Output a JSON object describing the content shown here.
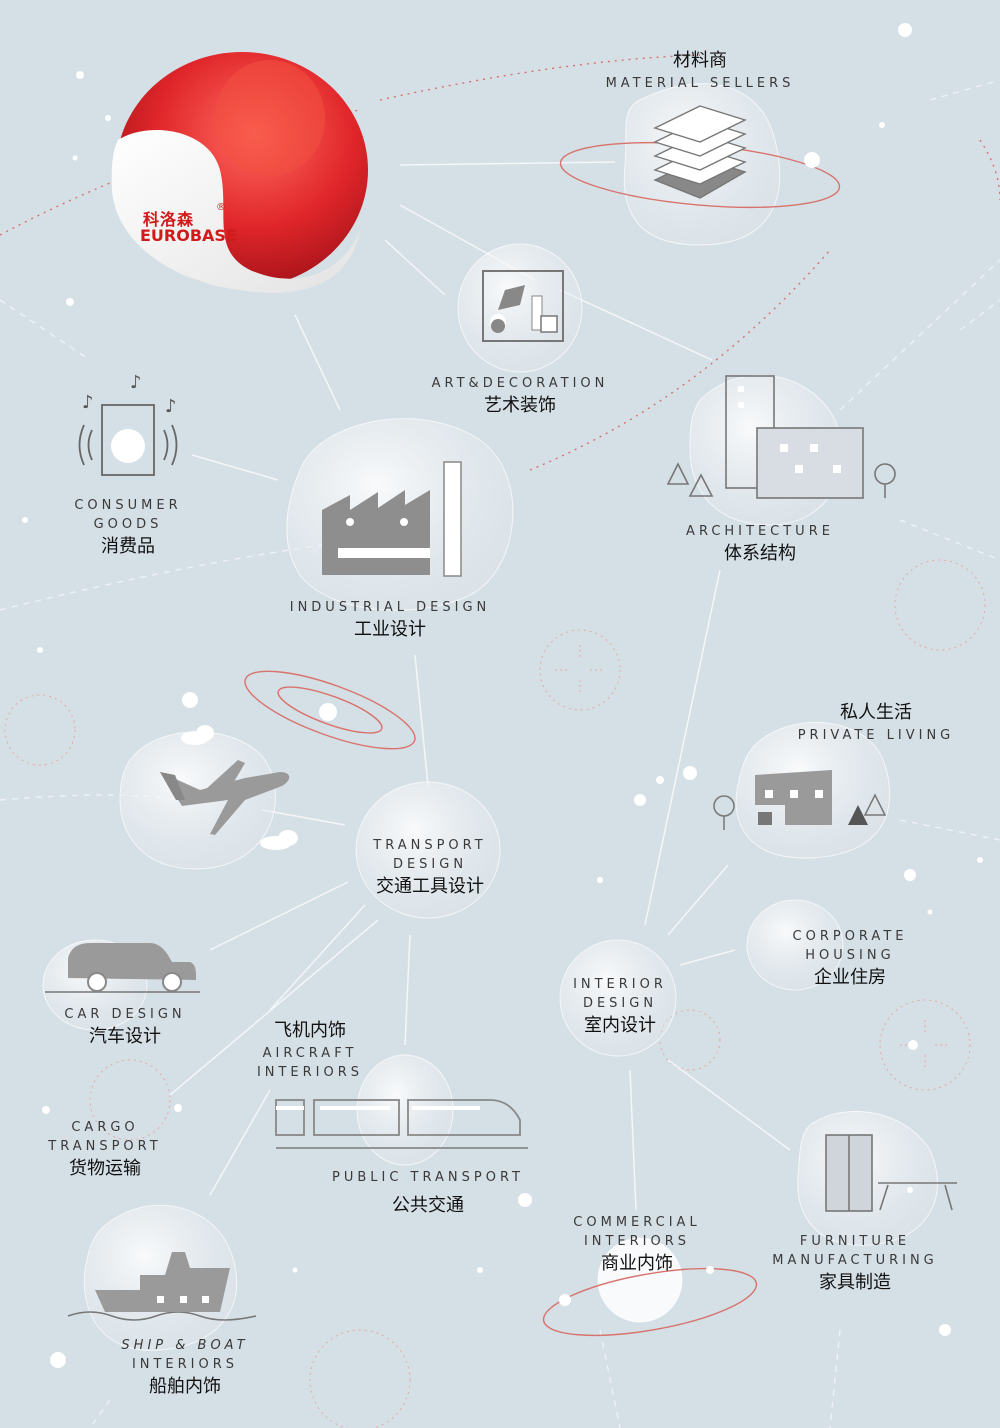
{
  "logo": {
    "brand_cn": "科洛森",
    "brand_en": "EUROBASE",
    "registered": "®",
    "brand_color": "#d11a1a"
  },
  "accent_color": "#d8736b",
  "nodes": [
    {
      "id": "material-sellers",
      "en": [
        "MATERIAL SELLERS"
      ],
      "zh": "材料商",
      "icon": "layers-icon"
    },
    {
      "id": "art-decoration",
      "en": [
        "ART&DECORATION"
      ],
      "zh": "艺术装饰",
      "icon": "art-shapes-icon"
    },
    {
      "id": "consumer-goods",
      "en": [
        "CONSUMER",
        "GOODS"
      ],
      "zh": "消费品",
      "icon": "speaker-icon"
    },
    {
      "id": "industrial-design",
      "en": [
        "INDUSTRIAL DESIGN"
      ],
      "zh": "工业设计",
      "icon": "factory-icon"
    },
    {
      "id": "architecture",
      "en": [
        "ARCHITECTURE"
      ],
      "zh": "体系结构",
      "icon": "buildings-icon"
    },
    {
      "id": "transport-design",
      "en": [
        "TRANSPORT",
        "DESIGN"
      ],
      "zh": "交通工具设计",
      "icon": ""
    },
    {
      "id": "private-living",
      "en": [
        "PRIVATE LIVING"
      ],
      "zh": "私人生活",
      "icon": "house-icon"
    },
    {
      "id": "corporate-housing",
      "en": [
        "CORPORATE",
        "HOUSING"
      ],
      "zh": "企业住房",
      "icon": ""
    },
    {
      "id": "car-design",
      "en": [
        "CAR DESIGN"
      ],
      "zh": "汽车设计",
      "icon": "car-icon"
    },
    {
      "id": "aircraft-interiors",
      "en": [
        "AIRCRAFT",
        "INTERIORS"
      ],
      "zh": "飞机内饰",
      "icon": "airplane-icon"
    },
    {
      "id": "interior-design",
      "en": [
        "INTERIOR",
        "DESIGN"
      ],
      "zh": "室内设计",
      "icon": ""
    },
    {
      "id": "cargo-transport",
      "en": [
        "CARGO",
        "TRANSPORT"
      ],
      "zh": "货物运输",
      "icon": ""
    },
    {
      "id": "public-transport",
      "en": [
        "PUBLIC TRANSPORT"
      ],
      "zh": "公共交通",
      "icon": "train-icon"
    },
    {
      "id": "commercial-interiors",
      "en": [
        "COMMERCIAL",
        "INTERIORS"
      ],
      "zh": "商业内饰",
      "icon": ""
    },
    {
      "id": "furniture-manufacturing",
      "en": [
        "FURNITURE",
        "MANUFACTURING"
      ],
      "zh": "家具制造",
      "icon": "furniture-icon"
    },
    {
      "id": "ship-boat-interiors",
      "en": [
        "SHIP & BOAT",
        "INTERIORS"
      ],
      "zh": "船舶内饰",
      "icon": "ship-icon"
    }
  ]
}
